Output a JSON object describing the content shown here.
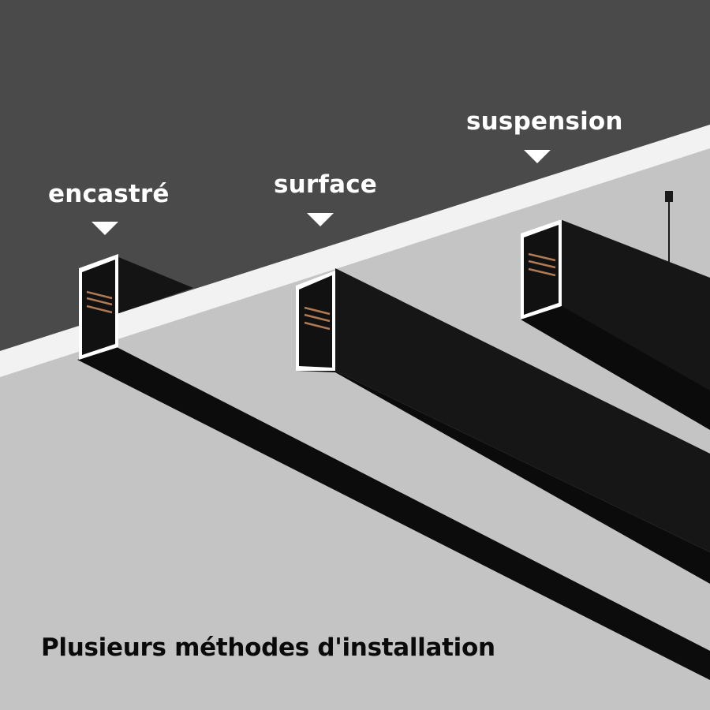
{
  "labels": {
    "recessed": "encastré",
    "surface": "surface",
    "suspension": "suspension"
  },
  "caption": "Plusieurs méthodes d'installation",
  "colors": {
    "wall": "#4a4a4a",
    "ceiling": "#c4c4c4",
    "ceiling_edge": "#f2f2f2",
    "rail": "#141414",
    "rail_side": "#0b0b0b",
    "profile_edge": "#ffffff",
    "conductors": "#b07a55",
    "label_text": "#ffffff",
    "caption_text": "#0a0a0a"
  },
  "icons": {
    "marker": "triangle-down-icon"
  }
}
